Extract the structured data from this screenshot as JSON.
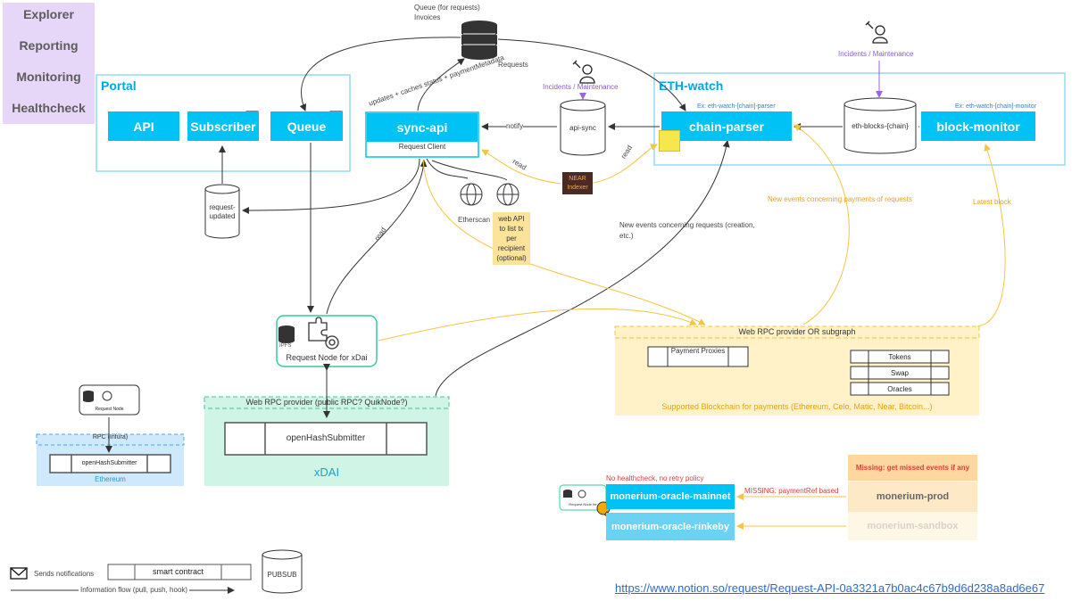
{
  "sidebar": {
    "items": [
      "Explorer",
      "Reporting",
      "Monitoring",
      "Healthcheck"
    ]
  },
  "portal": {
    "title": "Portal",
    "api": "API",
    "subscriber": "Subscriber",
    "queue": "Queue"
  },
  "queue_db": {
    "label_top_1": "Queue (for requests)",
    "label_top_2": "Invoices",
    "label_requests": "Requests"
  },
  "sync": {
    "title": "sync-api",
    "client": "Request Client",
    "notify": "notify",
    "updates_label": "updates + caches status + paymentMetadata",
    "api_sync": "api-sync"
  },
  "request_updated": "request-updated",
  "incidents": {
    "label_left": "Incidents / Maintenance",
    "label_right": "Incidents / Maintenance"
  },
  "eth_watch": {
    "title": "ETH-watch",
    "chain_parser": "chain-parser",
    "block_monitor": "block-monitor",
    "eth_blocks": "eth-blocks-{chain}",
    "ex_parser": "Ex: eth-watch-[chain]-parser",
    "ex_monitor": "Ex: eth-watch-[chain]-monitor"
  },
  "near": {
    "line1": "NEAR",
    "line2": "Indexer"
  },
  "read_labels": {
    "a": "read",
    "b": "read",
    "c": "read"
  },
  "etherscan": "Etherscan",
  "web_api_note": [
    "web API",
    "to list tx",
    "per",
    "recipient",
    "(optional)"
  ],
  "new_events_requests": [
    "New events concerning requests (creation,",
    "etc.)"
  ],
  "new_events_payments": "New events concerning payments of requests",
  "latest_block": "Latest block",
  "request_node_xdai": {
    "label": "Request Node for xDai",
    "ipfs": "IPFS"
  },
  "web_rpc_xdai": {
    "title": "Web RPC provider (public RPC? QuikNode?)",
    "contract": "openHashSubmitter",
    "network": "xDAI"
  },
  "web_rpc_payments": {
    "title": "Web RPC provider OR subgraph",
    "payment_proxies": "Payment Proxies",
    "tokens": "Tokens",
    "swap": "Swap",
    "oracles": "Oracles",
    "footer": "Supported Blockchain for payments (Ethereum, Celo, Matic, Near, Bitcoin...)"
  },
  "ethereum_node": {
    "label": "Request Node",
    "rpc": "RPC (Infura)",
    "contract": "openHashSubmitter",
    "network": "Ethereum"
  },
  "monerium": {
    "mainnet": "monerium-oracle-mainnet",
    "rinkeby": "monerium-oracle-rinkeby",
    "prod": "monerium-prod",
    "sandbox": "monerium-sandbox",
    "no_healthcheck": "No healthcheck, no retry policy",
    "missing_ref": "MISSING: paymentRef based",
    "missing_events": "Missing: get missed events if any",
    "request_node_for": "Request Node for"
  },
  "legend": {
    "sends_notifications": "Sends notifications",
    "smart_contract": "smart contract",
    "pubsub": "PUBSUB",
    "info_flow": "Information flow (pull, push, hook)"
  },
  "notion_link": "https://www.notion.so/request/Request-API-0a3321a7b0ac4c67b9d6d238a8ad6e67",
  "colors": {
    "cyan": "#00c2f4",
    "portal_border": "#8fdcf2",
    "sidebar_bg": "#e6d6f8",
    "yellow_bg": "#fff1c8",
    "green_bg": "#cff5e7",
    "green_border": "#38c99a",
    "orange_line": "#f4c542",
    "purple_line": "#9a63e0"
  }
}
